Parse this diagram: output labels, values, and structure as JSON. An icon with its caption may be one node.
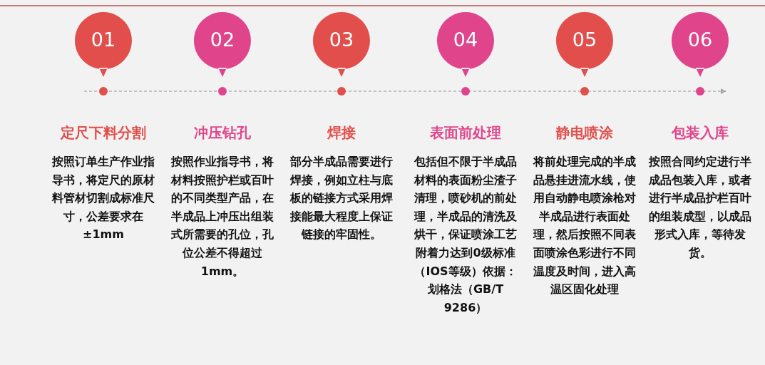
{
  "diagram": {
    "nodes": [
      {
        "text": [
          "01"
        ],
        "beside": [
          "定尺下料分割",
          "按照订单生产作业指导书，将定尺的原材料管材切割成标准尺寸，公差要求在±1mm"
        ]
      },
      {
        "text": [
          "02"
        ],
        "beside": [
          "冲压钻孔",
          "按照作业指导书，将材料按照护栏或百叶的不同类型产品，在半成品上冲压出组装式所需要的孔位，孔位公差不得超过1mm。"
        ]
      },
      {
        "text": [
          "03"
        ],
        "beside": [
          "焊接",
          "部分半成品需要进行焊接，例如立柱与底板的链接方式采用焊接能最大程度上保证链接的牢固性。"
        ]
      },
      {
        "text": [
          "04"
        ],
        "beside": [
          "表面前处理",
          "包括但不限于半成品材料的表面粉尘渣子清理，喷砂机的前处理，半成品的清洗及烘干，保证喷涂工艺附着力达到0级标准（IOS等级）依据：划格法（GB/T 9286）"
        ]
      },
      {
        "text": [
          "05"
        ],
        "beside": [
          "静电喷涂",
          "将前处理完成的半成品悬挂进流水线，使用自动静电喷涂枪对半成品进行表面处理，然后按照不同表面喷涂色彩进行不同温度及时间，进入高温区固化处理"
        ]
      },
      {
        "text": [
          "06"
        ],
        "beside": [
          "包装入库",
          "按照合同约定进行半成品包装入库，或者进行半成品护栏百叶的组装成型，以成品形式入库，等待发货。"
        ]
      }
    ]
  }
}
